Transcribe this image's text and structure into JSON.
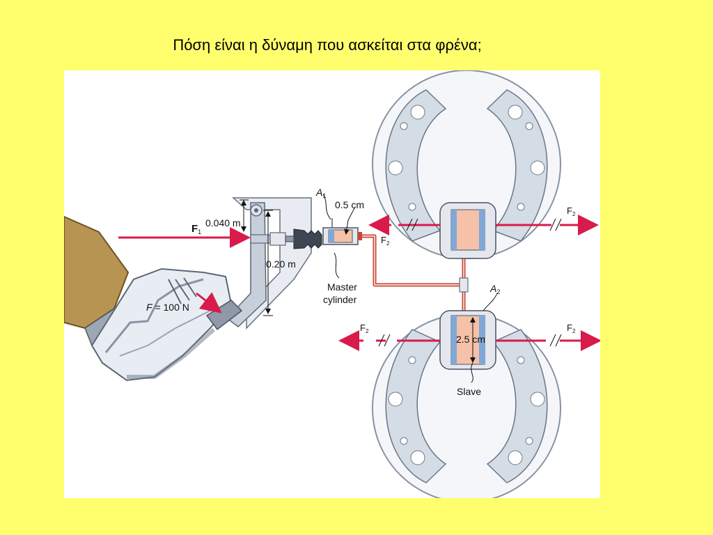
{
  "slide": {
    "title": "Πόση είναι η δύναμη που ασκείται στα φρένα;"
  },
  "figure": {
    "force_F1": "F",
    "force_F1_sub": "1",
    "force_F": "F",
    "force_F_value": " = 100 N",
    "lever_short": "0.040 m",
    "lever_long": "0.20 m",
    "area_A1": "A",
    "area_A1_sub": "1",
    "area_A2": "A",
    "area_A2_sub": "2",
    "master_diameter": "0.5  cm",
    "master_label_line1": "Master",
    "master_label_line2": "cylinder",
    "slave_diameter": "2.5  cm",
    "slave_label": "Slave",
    "force_F2": "F",
    "force_F2_sub": "2",
    "colors": {
      "background": "#FFFF6E",
      "arrow": "#D81B4A",
      "shoe": "#D4DCE6",
      "pipe": "#C8473A",
      "fluid": "#F5C1A8",
      "piston": "#7FA8D8"
    }
  }
}
